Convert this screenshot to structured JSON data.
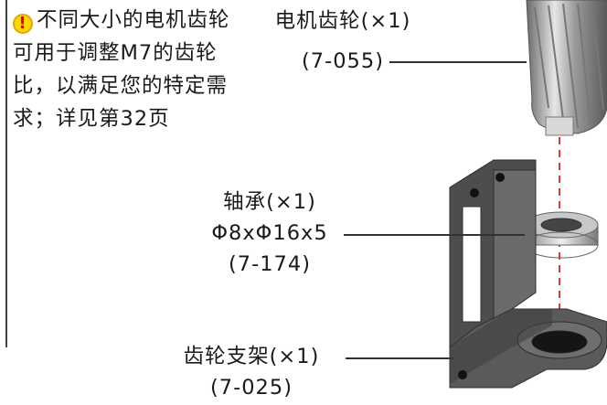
{
  "note": {
    "icon": "warning-icon",
    "text": "不同大小的电机齿轮可用于调整M7的齿轮比，以满足您的特定需求；详见第32页"
  },
  "callouts": {
    "motor_gear": {
      "name": "电机齿轮(×1)",
      "code": "(7-055)"
    },
    "bearing": {
      "name": "轴承(×1)",
      "spec": "Φ8xΦ16x5",
      "code": "(7-174)"
    },
    "gear_bracket": {
      "name": "齿轮支架(×1)",
      "code": "(7-025)"
    }
  },
  "colors": {
    "leader_dash": "#e53935",
    "warning": "#ffd700"
  }
}
